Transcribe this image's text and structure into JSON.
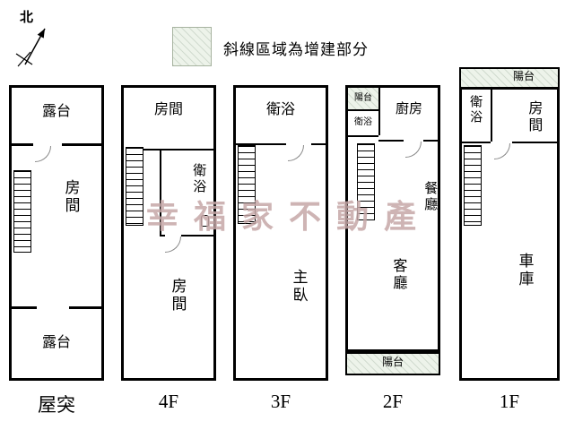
{
  "compass": {
    "label": "北"
  },
  "legend": {
    "text": "斜線區域為增建部分"
  },
  "watermark": {
    "text": "幸福家不動產"
  },
  "panels": {
    "wutu": {
      "floor_label": "屋突",
      "terrace_top": "露台",
      "room": "房間",
      "terrace_bottom": "露台"
    },
    "f4": {
      "floor_label": "4F",
      "room_top": "房間",
      "bath": "衛浴",
      "room_bottom": "房間"
    },
    "f3": {
      "floor_label": "3F",
      "bath": "衛浴",
      "master": "主臥"
    },
    "f2": {
      "floor_label": "2F",
      "balcony_top": "陽台",
      "bath": "衛浴",
      "kitchen": "廚房",
      "dining": "餐廳",
      "living": "客廳",
      "balcony_bottom": "陽台"
    },
    "f1": {
      "floor_label": "1F",
      "balcony_top": "陽台",
      "bath": "衛浴",
      "room": "房間",
      "garage": "車庫"
    }
  },
  "colors": {
    "wall": "#000000",
    "added_area_fill": "#edf3ea",
    "watermark": "#c6a8a8"
  }
}
